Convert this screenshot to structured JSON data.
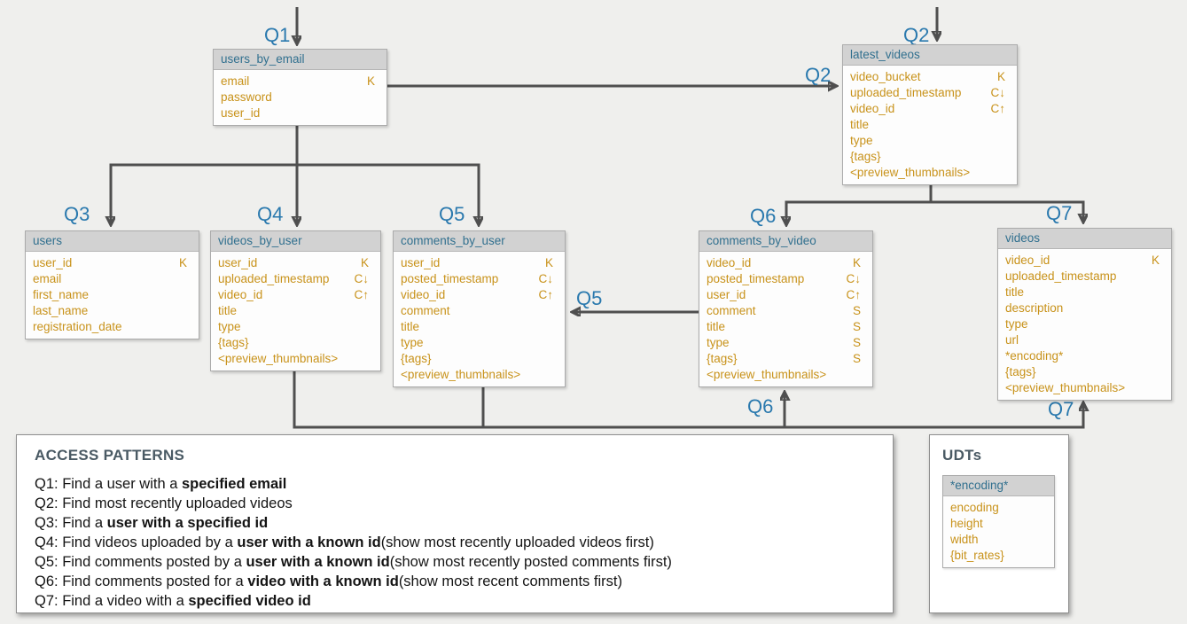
{
  "diagram": {
    "labels": {
      "q1": "Q1",
      "q2": "Q2",
      "q3": "Q3",
      "q4": "Q4",
      "q5": "Q5",
      "q6": "Q6",
      "q7": "Q7"
    },
    "tables": [
      {
        "id": "users_by_email",
        "title": "users_by_email",
        "fields": [
          {
            "name": "email",
            "key": "K"
          },
          {
            "name": "password",
            "key": ""
          },
          {
            "name": "user_id",
            "key": ""
          }
        ]
      },
      {
        "id": "latest_videos",
        "title": "latest_videos",
        "fields": [
          {
            "name": "video_bucket",
            "key": "K"
          },
          {
            "name": "uploaded_timestamp",
            "key": "C↓"
          },
          {
            "name": "video_id",
            "key": "C↑"
          },
          {
            "name": "title",
            "key": ""
          },
          {
            "name": "type",
            "key": ""
          },
          {
            "name": "{tags}",
            "key": ""
          },
          {
            "name": "<preview_thumbnails>",
            "key": ""
          }
        ]
      },
      {
        "id": "users",
        "title": "users",
        "fields": [
          {
            "name": "user_id",
            "key": "K"
          },
          {
            "name": "email",
            "key": ""
          },
          {
            "name": "first_name",
            "key": ""
          },
          {
            "name": "last_name",
            "key": ""
          },
          {
            "name": "registration_date",
            "key": ""
          }
        ]
      },
      {
        "id": "videos_by_user",
        "title": "videos_by_user",
        "fields": [
          {
            "name": "user_id",
            "key": "K"
          },
          {
            "name": "uploaded_timestamp",
            "key": "C↓"
          },
          {
            "name": "video_id",
            "key": "C↑"
          },
          {
            "name": "title",
            "key": ""
          },
          {
            "name": "type",
            "key": ""
          },
          {
            "name": "{tags}",
            "key": ""
          },
          {
            "name": "<preview_thumbnails>",
            "key": ""
          }
        ]
      },
      {
        "id": "comments_by_user",
        "title": "comments_by_user",
        "fields": [
          {
            "name": "user_id",
            "key": "K"
          },
          {
            "name": "posted_timestamp",
            "key": "C↓"
          },
          {
            "name": "video_id",
            "key": "C↑"
          },
          {
            "name": "comment",
            "key": ""
          },
          {
            "name": "title",
            "key": ""
          },
          {
            "name": "type",
            "key": ""
          },
          {
            "name": "{tags}",
            "key": ""
          },
          {
            "name": "<preview_thumbnails>",
            "key": ""
          }
        ]
      },
      {
        "id": "comments_by_video",
        "title": "comments_by_video",
        "fields": [
          {
            "name": "video_id",
            "key": "K"
          },
          {
            "name": "posted_timestamp",
            "key": "C↓"
          },
          {
            "name": "user_id",
            "key": "C↑"
          },
          {
            "name": "comment",
            "key": "S"
          },
          {
            "name": "title",
            "key": "S"
          },
          {
            "name": "type",
            "key": "S"
          },
          {
            "name": "{tags}",
            "key": "S"
          },
          {
            "name": "<preview_thumbnails>",
            "key": ""
          }
        ]
      },
      {
        "id": "videos",
        "title": "videos",
        "fields": [
          {
            "name": "video_id",
            "key": "K"
          },
          {
            "name": "uploaded_timestamp",
            "key": ""
          },
          {
            "name": "title",
            "key": ""
          },
          {
            "name": "description",
            "key": ""
          },
          {
            "name": "type",
            "key": ""
          },
          {
            "name": "url",
            "key": ""
          },
          {
            "name": "*encoding*",
            "key": ""
          },
          {
            "name": "{tags}",
            "key": ""
          },
          {
            "name": "<preview_thumbnails>",
            "key": ""
          }
        ]
      }
    ]
  },
  "access_patterns": {
    "title": "ACCESS PATTERNS",
    "items": [
      {
        "label": "Q1:",
        "pre": "Find a user with a ",
        "bold": "specified email",
        "post": ""
      },
      {
        "label": "Q2:",
        "pre": "Find most recently uploaded videos",
        "bold": "",
        "post": ""
      },
      {
        "label": "Q3:",
        "pre": "Find a ",
        "bold": "user with a specified id",
        "post": ""
      },
      {
        "label": "Q4:",
        "pre": "Find videos uploaded by a ",
        "bold": "user with a known id",
        "post": "(show most recently uploaded videos first)"
      },
      {
        "label": "Q5:",
        "pre": "Find comments posted by a ",
        "bold": "user with a known id",
        "post": "(show most recently posted comments first)"
      },
      {
        "label": "Q6:",
        "pre": "Find comments posted for a ",
        "bold": "video with a known id",
        "post": "(show most recent comments first)"
      },
      {
        "label": "Q7:",
        "pre": "Find a video with a ",
        "bold": "specified video id",
        "post": ""
      }
    ]
  },
  "udts": {
    "title": "UDTs",
    "table": {
      "id": "encoding_udt",
      "title": "*encoding*",
      "fields": [
        {
          "name": "encoding",
          "key": ""
        },
        {
          "name": "height",
          "key": ""
        },
        {
          "name": "width",
          "key": ""
        },
        {
          "name": "{bit_rates}",
          "key": ""
        }
      ]
    }
  },
  "colors": {
    "background": "#EFEFED",
    "table_header_bg": "#D2D2D2",
    "table_header_text": "#31708F",
    "field_text": "#C8921A",
    "query_label": "#2A79AE",
    "arrow": "#4F4F4F",
    "access_title": "#4A5A64"
  }
}
